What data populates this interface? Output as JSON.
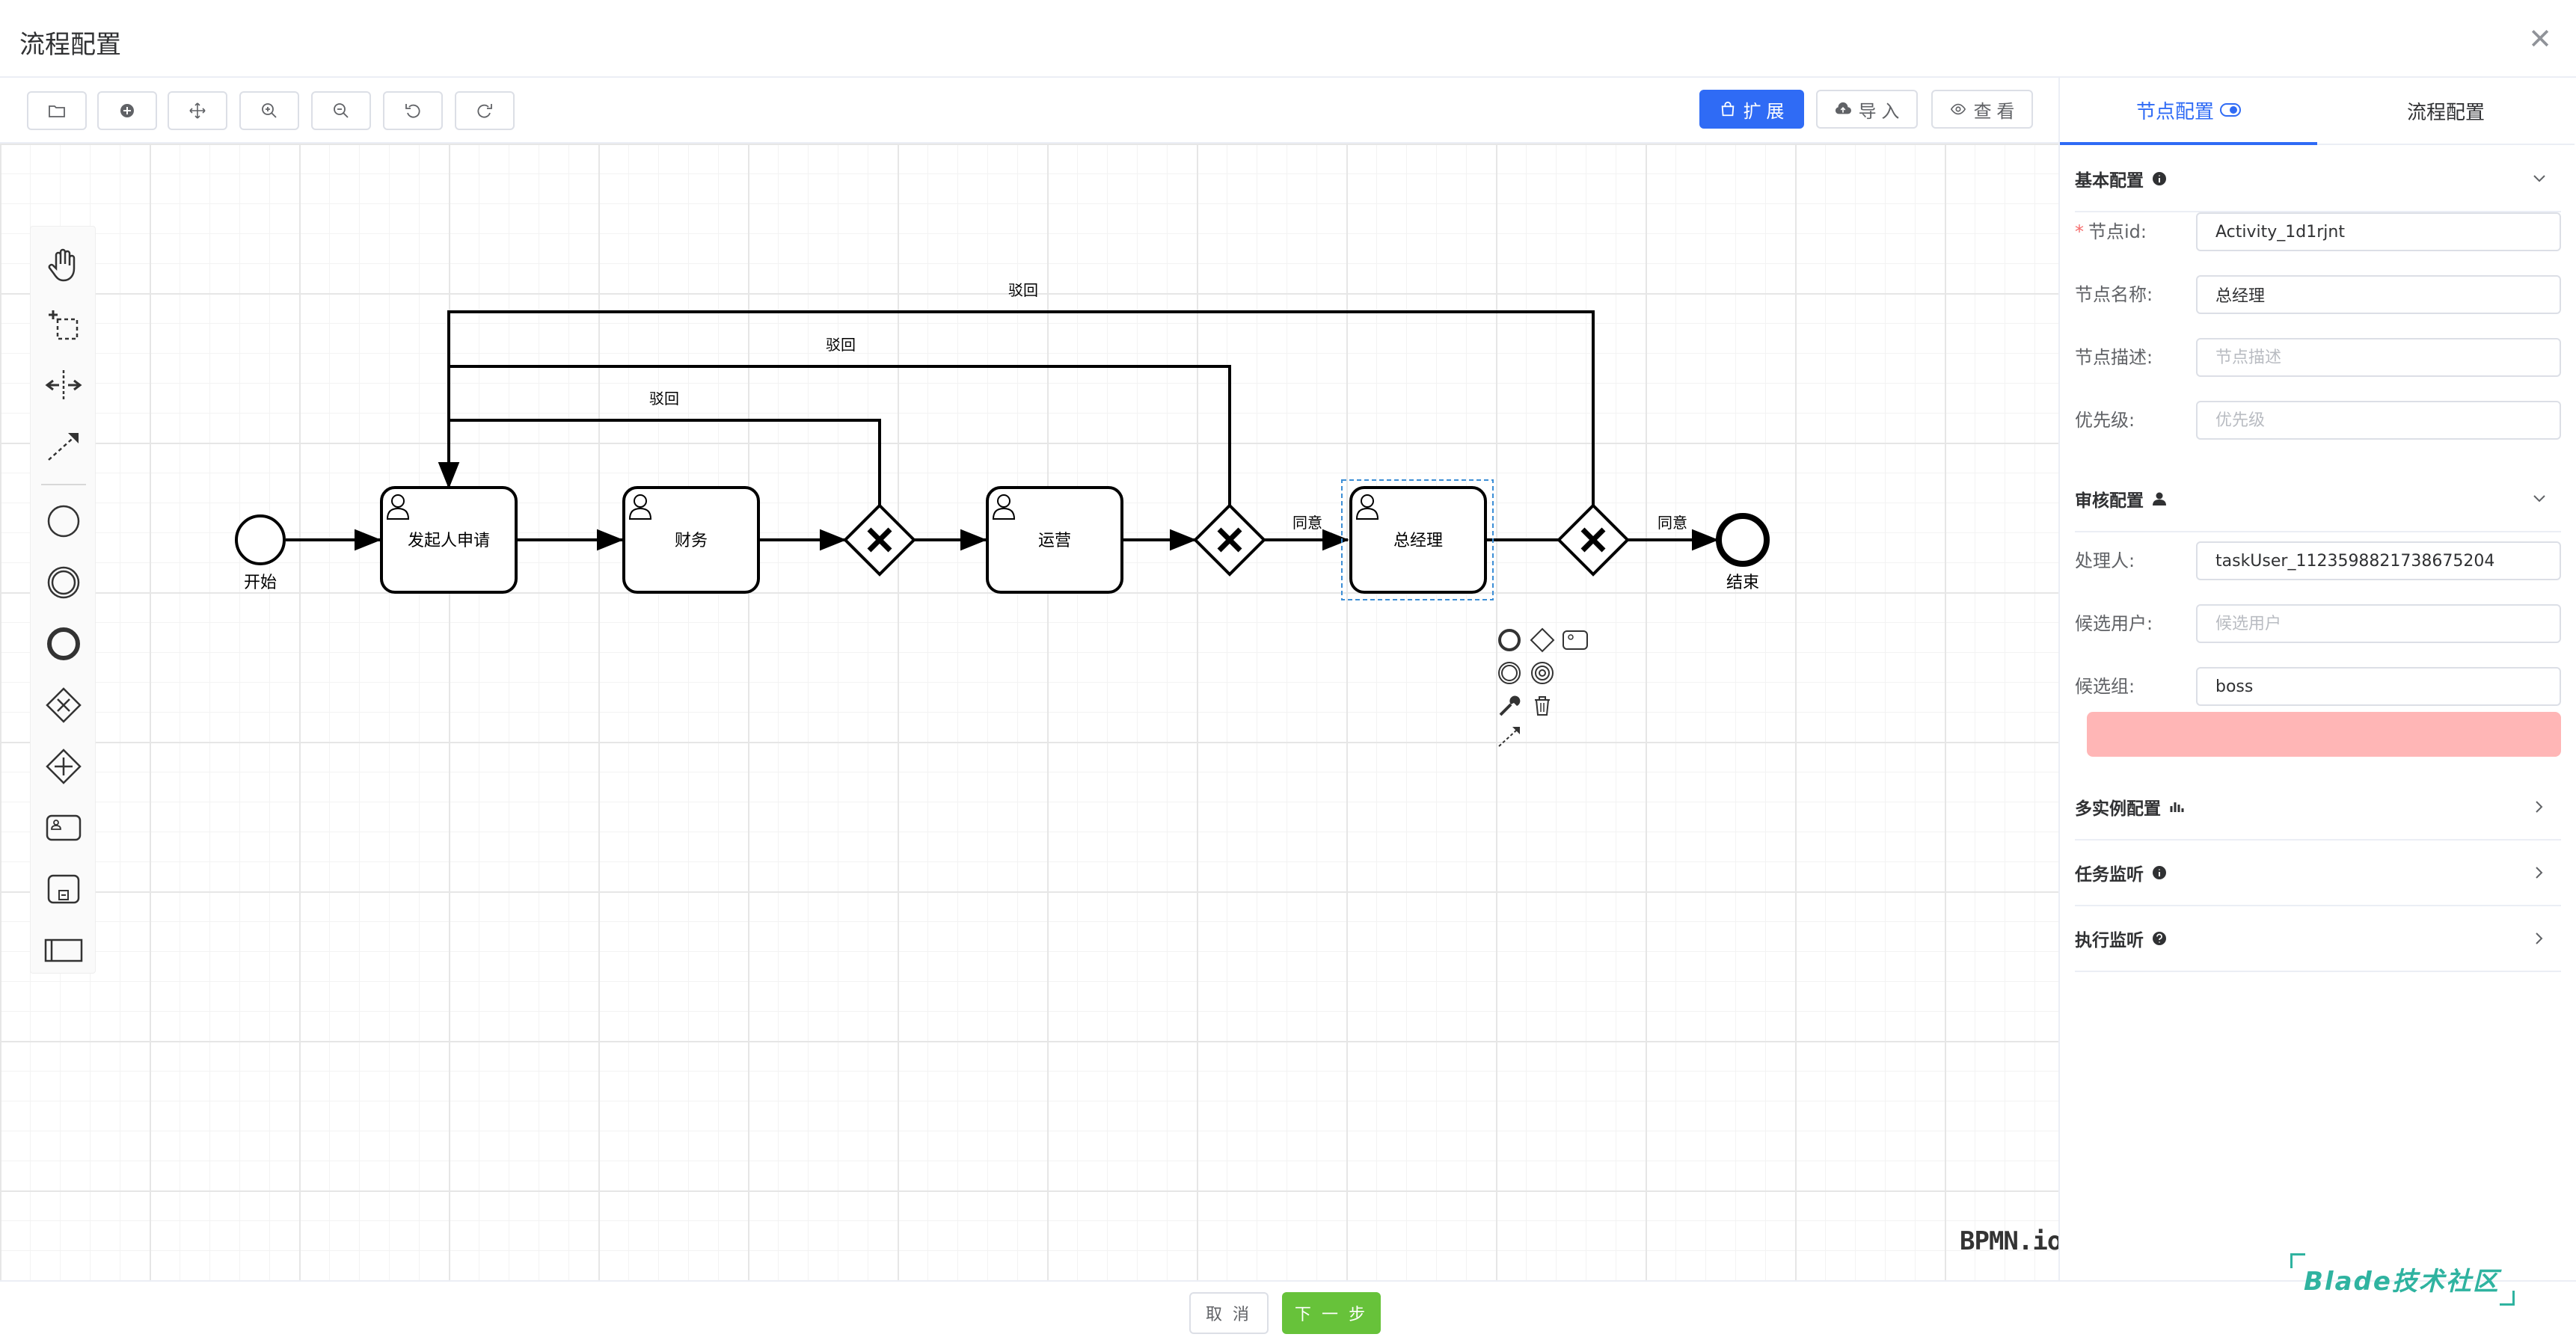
{
  "dialog": {
    "title": "流程配置",
    "close_icon": "close-icon"
  },
  "toolbar": {
    "icons": [
      "folder-open-icon",
      "add-circle-icon",
      "move-icon",
      "zoom-in-icon",
      "zoom-out-icon",
      "undo-icon",
      "redo-icon"
    ],
    "extend_label": "扩 展",
    "import_label": "导 入",
    "view_label": "查 看"
  },
  "palette": {
    "tools": [
      "hand-tool-icon",
      "lasso-tool-icon",
      "space-tool-icon",
      "global-connect-icon"
    ],
    "shapes": [
      "start-event-icon",
      "intermediate-event-icon",
      "end-event-icon",
      "exclusive-gateway-icon",
      "parallel-gateway-icon",
      "user-task-icon",
      "subprocess-icon",
      "pool-icon"
    ]
  },
  "diagram": {
    "start_label": "开始",
    "end_label": "结束",
    "tasks": [
      "发起人申请",
      "财务",
      "运营",
      "总经理"
    ],
    "edge_labels": {
      "reject": "驳回",
      "agree": "同意"
    }
  },
  "logo": "BPMN.io",
  "panel": {
    "tabs": {
      "node": "节点配置",
      "process": "流程配置"
    },
    "basic": {
      "title": "基本配置",
      "id_label": "节点id:",
      "id_value": "Activity_1d1rjnt",
      "name_label": "节点名称:",
      "name_value": "总经理",
      "desc_label": "节点描述:",
      "desc_placeholder": "节点描述",
      "priority_label": "优先级:",
      "priority_placeholder": "优先级"
    },
    "review": {
      "title": "审核配置",
      "handler_label": "处理人:",
      "handler_value": "taskUser_1123598821738675204",
      "candidate_users_label": "候选用户:",
      "candidate_users_placeholder": "候选用户",
      "candidate_group_label": "候选组:",
      "candidate_group_value": "boss"
    },
    "multi_instance": "多实例配置",
    "task_listener": "任务监听",
    "exec_listener": "执行监听"
  },
  "footer": {
    "cancel": "取 消",
    "next": "下 一 步"
  },
  "watermark": "Blade技术社区",
  "colors": {
    "primary": "#2f6bf5",
    "success": "#67c23a",
    "danger": "#f56c6c",
    "selection": "#3c8ed6",
    "highlight": "#ffb6b6"
  }
}
